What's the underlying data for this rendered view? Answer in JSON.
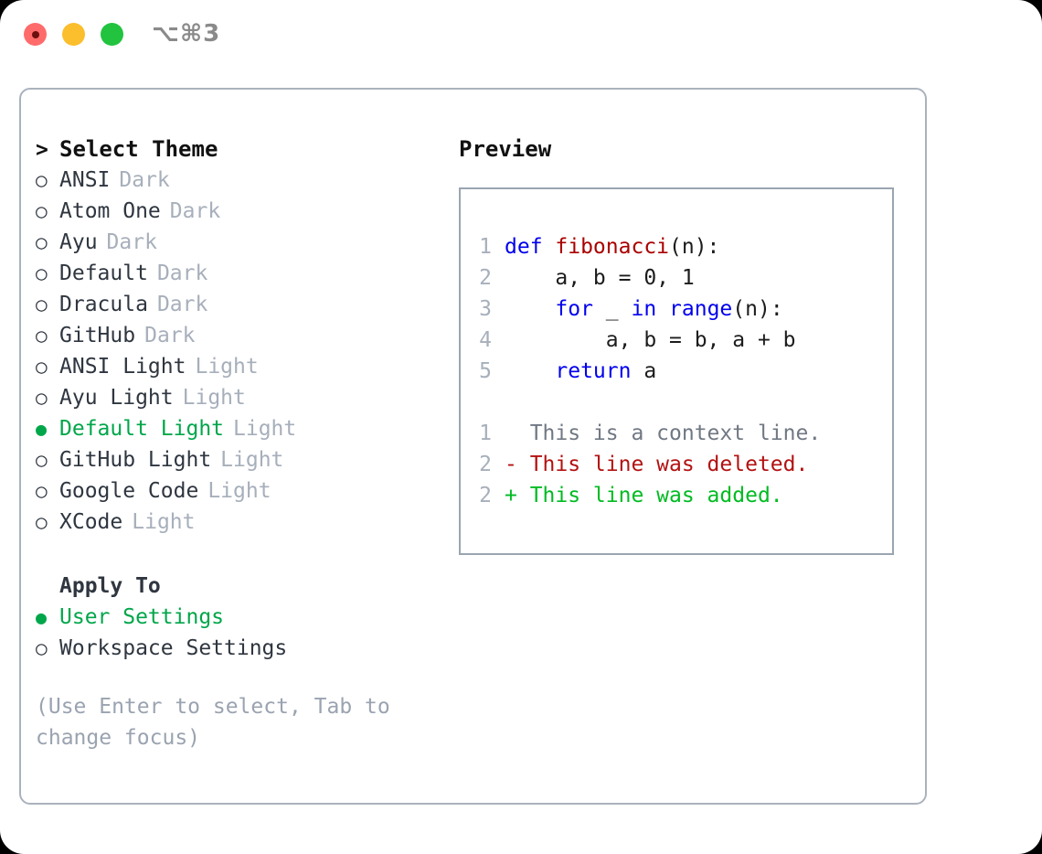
{
  "titlebar": {
    "shortcut": "⌥⌘3",
    "buttons": [
      {
        "name": "close",
        "color": "#ff6b6b"
      },
      {
        "name": "minimize",
        "color": "#fbbe2c"
      },
      {
        "name": "maximize",
        "color": "#22c33f"
      }
    ]
  },
  "colors": {
    "selected_green": "#00a64a",
    "muted_gray": "#a7afbb",
    "hint_gray": "#9aa3b0",
    "panel_border": "#aab2bd",
    "code_border": "#9aa5b1",
    "keyword_blue": "#0000ee",
    "function_red": "#aa0000",
    "diff_delete_red": "#b31111",
    "diff_add_green": "#00bb22"
  },
  "theme_list": {
    "header": {
      "marker": ">",
      "label": "Select Theme"
    },
    "items": [
      {
        "marker": "○",
        "label": "ANSI",
        "tag": "Dark",
        "selected": false
      },
      {
        "marker": "○",
        "label": "Atom One",
        "tag": "Dark",
        "selected": false
      },
      {
        "marker": "○",
        "label": "Ayu",
        "tag": "Dark",
        "selected": false
      },
      {
        "marker": "○",
        "label": "Default",
        "tag": "Dark",
        "selected": false
      },
      {
        "marker": "○",
        "label": "Dracula",
        "tag": "Dark",
        "selected": false
      },
      {
        "marker": "○",
        "label": "GitHub",
        "tag": "Dark",
        "selected": false
      },
      {
        "marker": "○",
        "label": "ANSI Light",
        "tag": "Light",
        "selected": false
      },
      {
        "marker": "○",
        "label": "Ayu Light",
        "tag": "Light",
        "selected": false
      },
      {
        "marker": "●",
        "label": "Default Light",
        "tag": "Light",
        "selected": true
      },
      {
        "marker": "○",
        "label": "GitHub Light",
        "tag": "Light",
        "selected": false
      },
      {
        "marker": "○",
        "label": "Google Code",
        "tag": "Light",
        "selected": false
      },
      {
        "marker": "○",
        "label": "XCode",
        "tag": "Light",
        "selected": false
      }
    ]
  },
  "apply_to": {
    "header": "Apply To",
    "items": [
      {
        "marker": "●",
        "label": "User Settings",
        "selected": true
      },
      {
        "marker": "○",
        "label": "Workspace Settings",
        "selected": false
      }
    ]
  },
  "hint": "(Use Enter to select, Tab to\nchange focus)",
  "preview": {
    "title": "Preview",
    "code_lines": [
      {
        "no": "1",
        "tokens": [
          {
            "t": "def ",
            "k": "kw"
          },
          {
            "t": "fibonacci",
            "k": "fn"
          },
          {
            "t": "(n):",
            "k": "plain"
          }
        ]
      },
      {
        "no": "2",
        "tokens": [
          {
            "t": "    a, b = 0, 1",
            "k": "plain"
          }
        ]
      },
      {
        "no": "3",
        "tokens": [
          {
            "t": "    ",
            "k": "plain"
          },
          {
            "t": "for",
            "k": "kw"
          },
          {
            "t": " _ ",
            "k": "plain"
          },
          {
            "t": "in ",
            "k": "kw"
          },
          {
            "t": "range",
            "k": "kw"
          },
          {
            "t": "(n):",
            "k": "plain"
          }
        ]
      },
      {
        "no": "4",
        "tokens": [
          {
            "t": "        a, b = b, a + b",
            "k": "plain"
          }
        ]
      },
      {
        "no": "5",
        "tokens": [
          {
            "t": "    ",
            "k": "plain"
          },
          {
            "t": "return",
            "k": "kw"
          },
          {
            "t": " a",
            "k": "plain"
          }
        ]
      }
    ],
    "diff_lines": [
      {
        "no": "1",
        "text": "  This is a context line.",
        "kind": "context"
      },
      {
        "no": "2",
        "text": "- This line was deleted.",
        "kind": "delete"
      },
      {
        "no": "2",
        "text": "+ This line was added.",
        "kind": "add"
      }
    ]
  }
}
